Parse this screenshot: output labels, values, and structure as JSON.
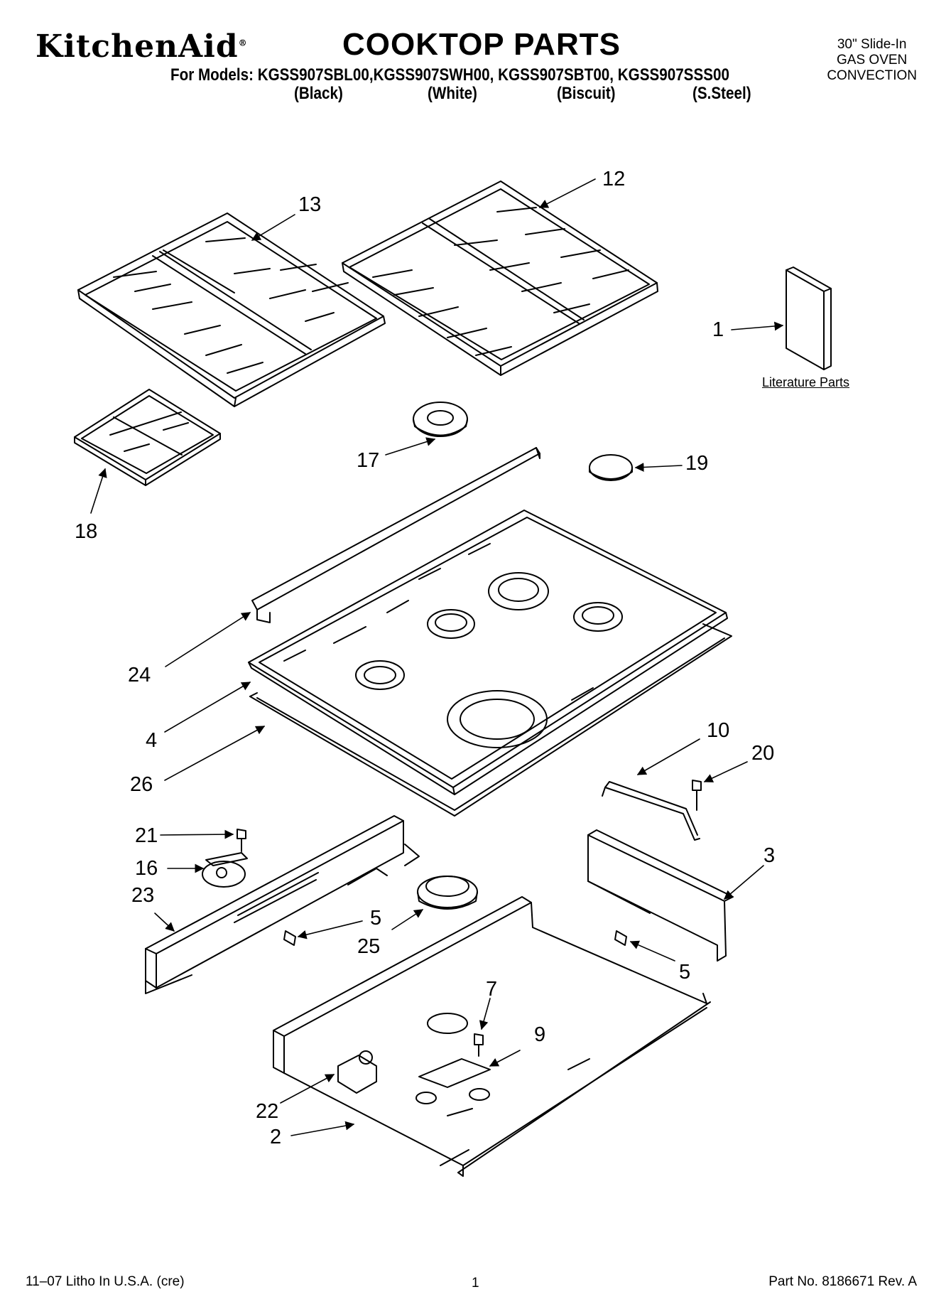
{
  "header": {
    "brand": "KitchenAid",
    "brand_mark": "®",
    "title": "COOKTOP PARTS",
    "models": "For Models: KGSS907SBL00,KGSS907SWH00, KGSS907SBT00, KGSS907SSS00",
    "colors": [
      "(Black)",
      "(White)",
      "(Biscuit)",
      "(S.Steel)"
    ],
    "appliance_type": [
      "30\" Slide-In",
      "GAS OVEN",
      "CONVECTION"
    ]
  },
  "callouts": [
    "13",
    "12",
    "1",
    "17",
    "19",
    "18",
    "24",
    "4",
    "26",
    "10",
    "20",
    "21",
    "16",
    "23",
    "3",
    "5",
    "25",
    "5",
    "7",
    "9",
    "22",
    "2"
  ],
  "literature_label": "Literature Parts",
  "footer": {
    "left": "11–07 Litho In U.S.A. (cre)",
    "page": "1",
    "right": "Part No. 8186671 Rev. A"
  }
}
